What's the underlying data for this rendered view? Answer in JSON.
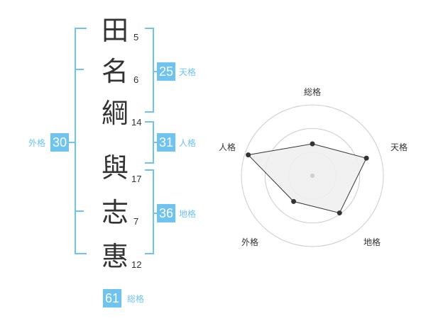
{
  "name": {
    "characters": [
      {
        "char": "田",
        "strokes": "5"
      },
      {
        "char": "名",
        "strokes": "6"
      },
      {
        "char": "綱",
        "strokes": "14"
      },
      {
        "char": "與",
        "strokes": "17"
      },
      {
        "char": "志",
        "strokes": "7"
      },
      {
        "char": "惠",
        "strokes": "12"
      }
    ]
  },
  "scores": {
    "tenkaku": {
      "value": "25",
      "label": "天格"
    },
    "jinkaku": {
      "value": "31",
      "label": "人格"
    },
    "chikaku": {
      "value": "36",
      "label": "地格"
    },
    "gaikaku": {
      "value": "30",
      "label": "外格"
    },
    "soukaku": {
      "value": "61",
      "label": "総格"
    }
  },
  "colors": {
    "accent": "#6fc3f0",
    "text": "#333333",
    "radar_fill": "#eeeeee",
    "radar_ring": "#cccccc"
  },
  "chart_data": {
    "type": "radar",
    "axes": [
      "総格",
      "天格",
      "地格",
      "外格",
      "人格"
    ],
    "values": [
      0.45,
      0.8,
      0.65,
      0.45,
      0.95
    ],
    "range": [
      0,
      1
    ],
    "rings": 3
  }
}
